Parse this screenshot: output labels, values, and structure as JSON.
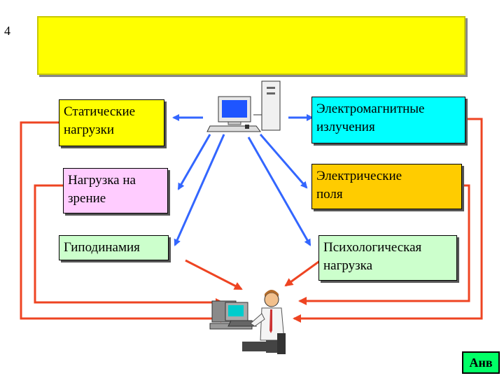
{
  "slide_number": "4",
  "banner": {
    "text": ""
  },
  "left_boxes": [
    {
      "label": "Статические\nнагрузки",
      "color": "#ffff00"
    },
    {
      "label": "Нагрузка на\nзрение",
      "color": "#ffccff"
    },
    {
      "label": "Гиподинамия",
      "color": "#ccffcc"
    }
  ],
  "right_boxes": [
    {
      "label": "Электромагнитные\nизлучения",
      "color": "#00ffff"
    },
    {
      "label": "Электрические\nполя",
      "color": "#ffcc00"
    },
    {
      "label": "Психологическая\nнагрузка",
      "color": "#ccffcc"
    }
  ],
  "colors": {
    "blue_arrow": "#3366ff",
    "red_arrow": "#ee4422",
    "banner": "#ffff00"
  },
  "icons": [
    "computer-icon",
    "worker-at-computer-icon"
  ],
  "corner_button": {
    "label": "Анв",
    "color": "#00ff66"
  }
}
